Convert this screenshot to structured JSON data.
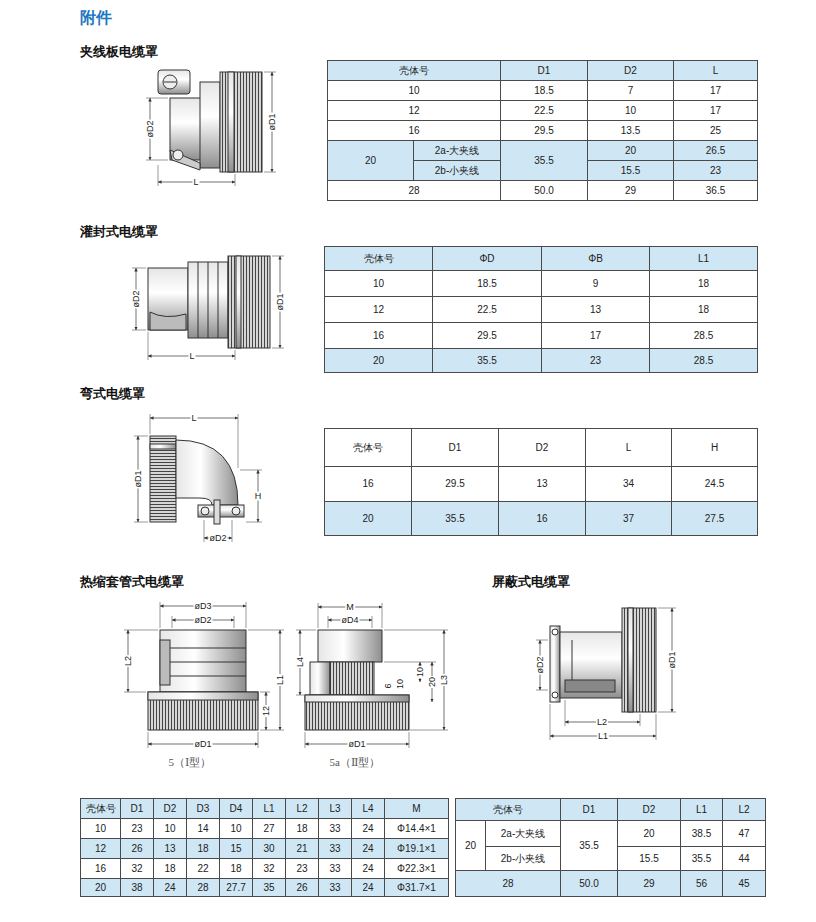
{
  "diagram": {
    "title": "附件",
    "labels": [
      "夹线板电缆罩",
      "øD2",
      "L",
      "øD1",
      "壳体号",
      "D1",
      "D2",
      "L",
      "10",
      "18.5",
      "7",
      "17",
      "12",
      "22.5",
      "10",
      "17",
      "16",
      "29.5",
      "13.5",
      "25",
      "20",
      "2a-大夹线",
      "35.5",
      "20",
      "26.5",
      "2b-小夹线",
      "15.5",
      "23",
      "28",
      "50.0",
      "29",
      "36.5",
      "灌封式电缆罩",
      "øD2",
      "L",
      "øD1",
      "壳体号",
      "ΦD",
      "ΦB",
      "L1",
      "10",
      "18.5",
      "9",
      "18",
      "12",
      "22.5",
      "13",
      "18",
      "16",
      "29.5",
      "17",
      "28.5",
      "20",
      "35.5",
      "23",
      "28.5",
      "弯式电缆罩",
      "L",
      "øD1",
      "H",
      "øD2",
      "壳体号",
      "D1",
      "D2",
      "L",
      "H",
      "16",
      "29.5",
      "13",
      "34",
      "24.5",
      "20",
      "35.5",
      "16",
      "37",
      "27.5",
      "热缩套管式电缆罩",
      "øD3",
      "øD2",
      "L2",
      "L1",
      "12",
      "øD1",
      "5（Ⅰ型）",
      "M",
      "øD4",
      "L4",
      "10",
      "20",
      "L3",
      "6",
      "10",
      "øD1",
      "5a（Ⅱ型）",
      "屏蔽式电缆罩",
      "øD2",
      "L2",
      "L1",
      "øD1",
      "壳体号",
      "D1",
      "D2",
      "D3",
      "D4",
      "L1",
      "L2",
      "L3",
      "L4",
      "M",
      "10",
      "23",
      "10",
      "14",
      "10",
      "27",
      "18",
      "33",
      "24",
      "Φ14.4×1",
      "12",
      "26",
      "13",
      "18",
      "15",
      "30",
      "21",
      "33",
      "24",
      "Φ19.1×1",
      "16",
      "32",
      "18",
      "22",
      "18",
      "32",
      "23",
      "33",
      "24",
      "Φ22.3×1",
      "20",
      "38",
      "24",
      "28",
      "27.7",
      "35",
      "26",
      "33",
      "24",
      "Φ31.7×1",
      "壳体号",
      "D1",
      "D2",
      "L1",
      "L2",
      "20",
      "2a-大夹线",
      "35.5",
      "20",
      "38.5",
      "47",
      "2b-小夹线",
      "15.5",
      "35.5",
      "44",
      "28",
      "50.0",
      "29",
      "56",
      "45"
    ]
  }
}
